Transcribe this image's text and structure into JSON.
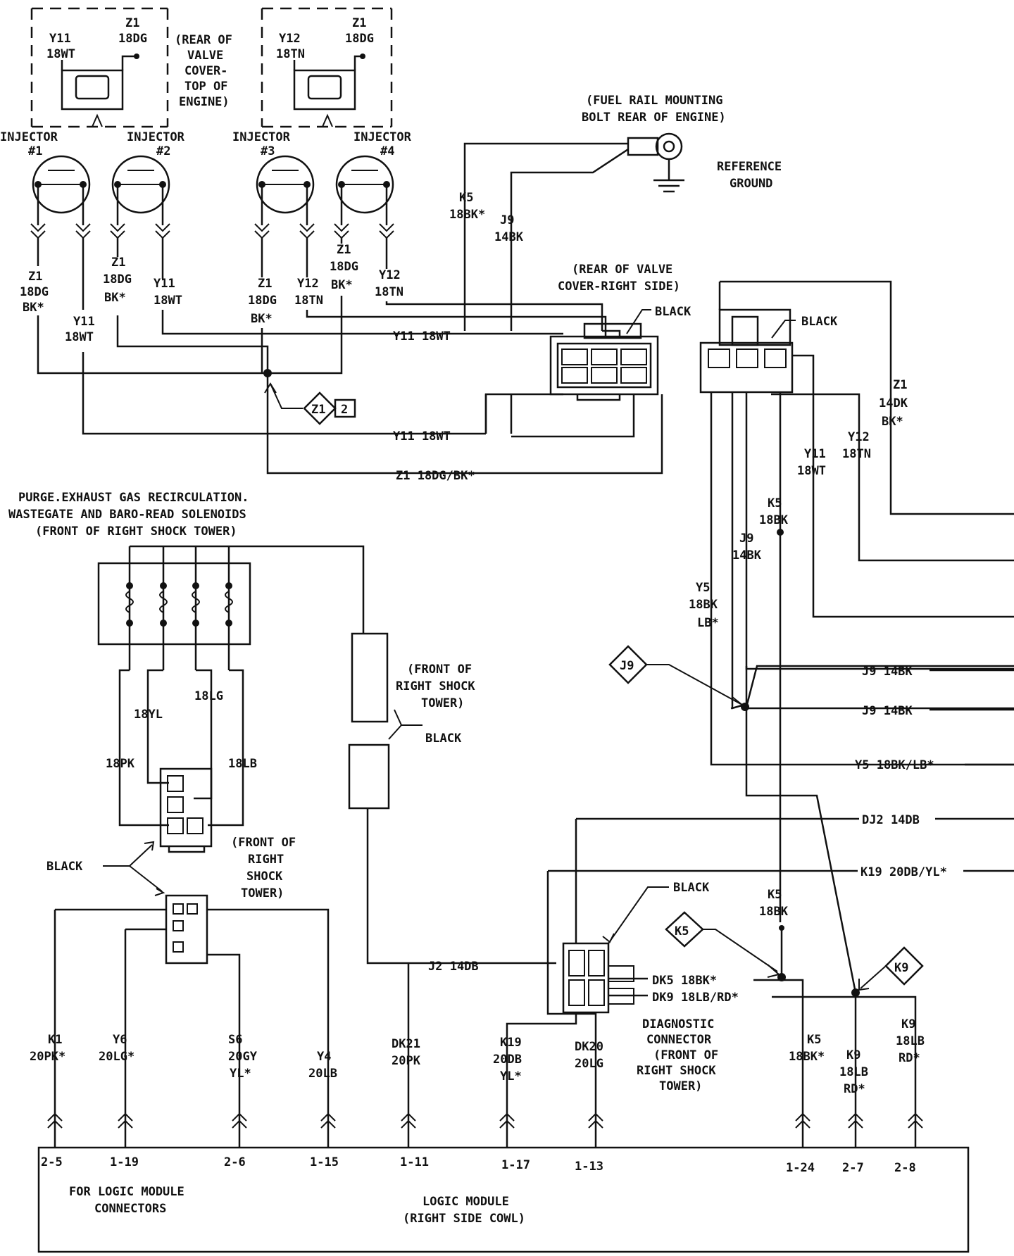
{
  "sensors": [
    {
      "wire": "Y11",
      "gauge": "18WT",
      "gnd_wire": "Z1",
      "gnd_gauge": "18DG"
    },
    {
      "wire": "Y12",
      "gauge": "18TN",
      "gnd_wire": "Z1",
      "gnd_gauge": "18DG"
    }
  ],
  "location_valve_cover_top": [
    "(REAR OF",
    "VALVE",
    "COVER-",
    "TOP OF",
    "ENGINE)"
  ],
  "injectors": [
    {
      "label": "INJECTOR",
      "num": "#1"
    },
    {
      "label": "INJECTOR",
      "num": "#2"
    },
    {
      "label": "INJECTOR",
      "num": "#3"
    },
    {
      "label": "INJECTOR",
      "num": "#4"
    }
  ],
  "fuel_rail_label": [
    "(FUEL RAIL MOUNTING",
    "BOLT REAR OF ENGINE)"
  ],
  "reference_ground": [
    "REFERENCE",
    "GROUND"
  ],
  "injector_wires": {
    "inj1_left": [
      "Z1",
      "18DG",
      "BK*"
    ],
    "inj1_right": [
      "Y11",
      "18WT"
    ],
    "inj2_left": [
      "Z1",
      "18DG",
      "BK*"
    ],
    "inj2_right": [
      "Y11",
      "18WT"
    ],
    "inj3_left": [
      "Z1",
      "18DG",
      "BK*"
    ],
    "inj3_right": [
      "Y12",
      "18TN"
    ],
    "inj4_left": [
      "Z1",
      "18DG",
      "BK*"
    ],
    "inj4_right": [
      "Y12",
      "18TN"
    ]
  },
  "k5_upper": [
    "K5",
    "18BK*"
  ],
  "j9_upper": [
    "J9",
    "14BK"
  ],
  "valve_cover_right": [
    "(REAR OF VALVE",
    "COVER-RIGHT SIDE)"
  ],
  "black": "BLACK",
  "splice_z1": "Z1",
  "splice_z1_num": "2",
  "wire_y11_a": "Y11 18WT",
  "wire_y11_b": "Y11 18WT",
  "wire_z1_long": "Z1 18DG/BK*",
  "right_wires": {
    "z1": [
      "Z1",
      "14DK",
      "BK*"
    ],
    "y12": [
      "Y12",
      "18TN"
    ],
    "y11": [
      "Y11",
      "18WT"
    ],
    "k5": [
      "K5",
      "18BK"
    ],
    "j9": [
      "J9",
      "14BK"
    ],
    "y5": [
      "Y5",
      "18BK",
      "LB*"
    ]
  },
  "splice_j9": "J9",
  "splice_k5": "K5",
  "splice_k9": "K9",
  "j9_wire_a": "J9 14BK",
  "j9_wire_b": "J9 14BK",
  "y5_wire": "Y5 18BK/LB*",
  "dj2_wire": "DJ2 14DB",
  "k19_wire": "K19 20DB/YL*",
  "solenoids_title": [
    "PURGE.EXHAUST GAS RECIRCULATION.",
    "WASTEGATE AND BARO-READ SOLENOIDS",
    "(FRONT OF RIGHT SHOCK TOWER)"
  ],
  "solenoid_wires": [
    "18PK",
    "18YL",
    "18LG",
    "18LB"
  ],
  "front_shock_tower_a": [
    "(FRONT OF",
    "RIGHT SHOCK",
    "TOWER)"
  ],
  "front_shock_tower_b": [
    "(FRONT OF",
    "RIGHT",
    "SHOCK",
    "TOWER)"
  ],
  "j2_wire": "J2 14DB",
  "k5_lower": [
    "K5",
    "18BK"
  ],
  "dk5_wire": "DK5 18BK*",
  "dk9_wire": "DK9 18LB/RD*",
  "diag_connector": [
    "DIAGNOSTIC",
    "CONNECTOR",
    "(FRONT OF",
    "RIGHT SHOCK",
    "TOWER)"
  ],
  "module_wires": [
    {
      "lines": [
        "K1",
        "20PK*"
      ]
    },
    {
      "lines": [
        "Y6",
        "20LG*"
      ]
    },
    {
      "lines": [
        "S6",
        "20GY",
        "YL*"
      ]
    },
    {
      "lines": [
        "Y4",
        "20LB"
      ]
    },
    {
      "lines": [
        "DK21",
        "20PK"
      ]
    },
    {
      "lines": [
        "K19",
        "20DB",
        "YL*"
      ]
    },
    {
      "lines": [
        "DK20",
        "20LG"
      ]
    },
    {
      "lines": [
        "K5",
        "18BK*"
      ]
    },
    {
      "lines": [
        "K9",
        "18LB",
        "RD*"
      ]
    },
    {
      "lines": [
        "K9",
        "18LB",
        "RD*"
      ]
    }
  ],
  "pins": [
    "2-5",
    "1-19",
    "2-6",
    "1-15",
    "1-11",
    "1-17",
    "1-13",
    "1-24",
    "2-7",
    "2-8"
  ],
  "module_note": [
    "FOR LOGIC MODULE",
    "CONNECTORS"
  ],
  "module_title": [
    "LOGIC MODULE",
    "(RIGHT SIDE COWL)"
  ]
}
